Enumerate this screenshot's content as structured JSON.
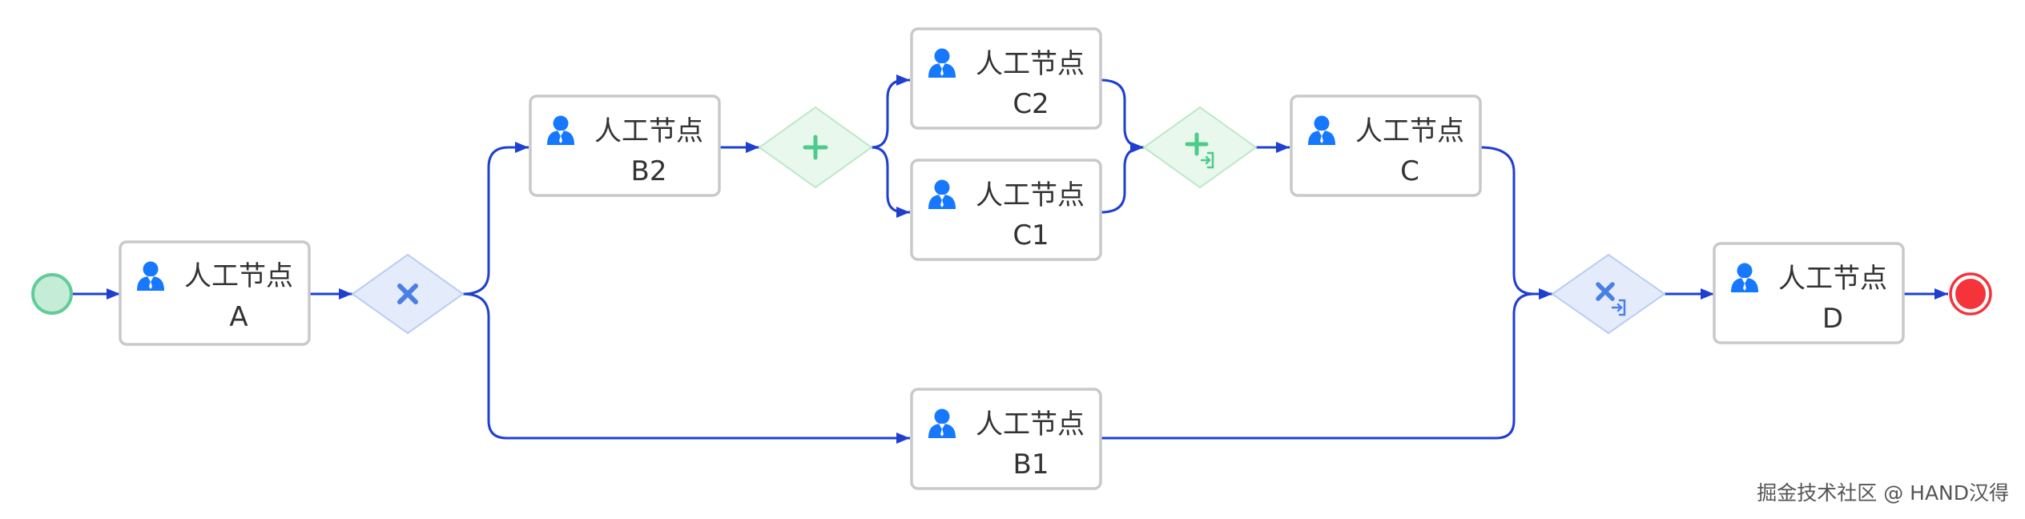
{
  "diagram": {
    "colors": {
      "flow": "#1f3fd1",
      "task_border": "#c9c9c9",
      "user_icon": "#1677ff",
      "exclusive_gateway_fill": "#e4ecfb",
      "exclusive_gateway_mark": "#4a7fe6",
      "parallel_gateway_fill": "#e9f8ec",
      "parallel_gateway_mark": "#4ccb8a",
      "start_event_fill": "#c4ecd6",
      "start_event_stroke": "#62cc98",
      "end_event_fill": "#f5333b",
      "end_event_stroke": "#f5333b"
    },
    "tasks": {
      "A": {
        "label": "人工节点",
        "code": "A",
        "icon": "user-icon"
      },
      "B2": {
        "label": "人工节点",
        "code": "B2",
        "icon": "user-icon"
      },
      "C2": {
        "label": "人工节点",
        "code": "C2",
        "icon": "user-icon"
      },
      "C1": {
        "label": "人工节点",
        "code": "C1",
        "icon": "user-icon"
      },
      "C": {
        "label": "人工节点",
        "code": "C",
        "icon": "user-icon"
      },
      "B1": {
        "label": "人工节点",
        "code": "B1",
        "icon": "user-icon"
      },
      "D": {
        "label": "人工节点",
        "code": "D",
        "icon": "user-icon"
      }
    },
    "gateways": {
      "exclusive_split": {
        "kind": "exclusive",
        "role": "split",
        "icon": "x-icon"
      },
      "parallel_split": {
        "kind": "parallel",
        "role": "split",
        "icon": "plus-icon"
      },
      "parallel_join": {
        "kind": "parallel",
        "role": "join",
        "icon": "plus-merge-icon"
      },
      "exclusive_join": {
        "kind": "exclusive",
        "role": "join",
        "icon": "x-merge-icon"
      }
    },
    "events": {
      "start": {
        "kind": "start"
      },
      "end": {
        "kind": "end"
      }
    }
  },
  "watermark": "掘金技术社区 @ HAND汉得"
}
